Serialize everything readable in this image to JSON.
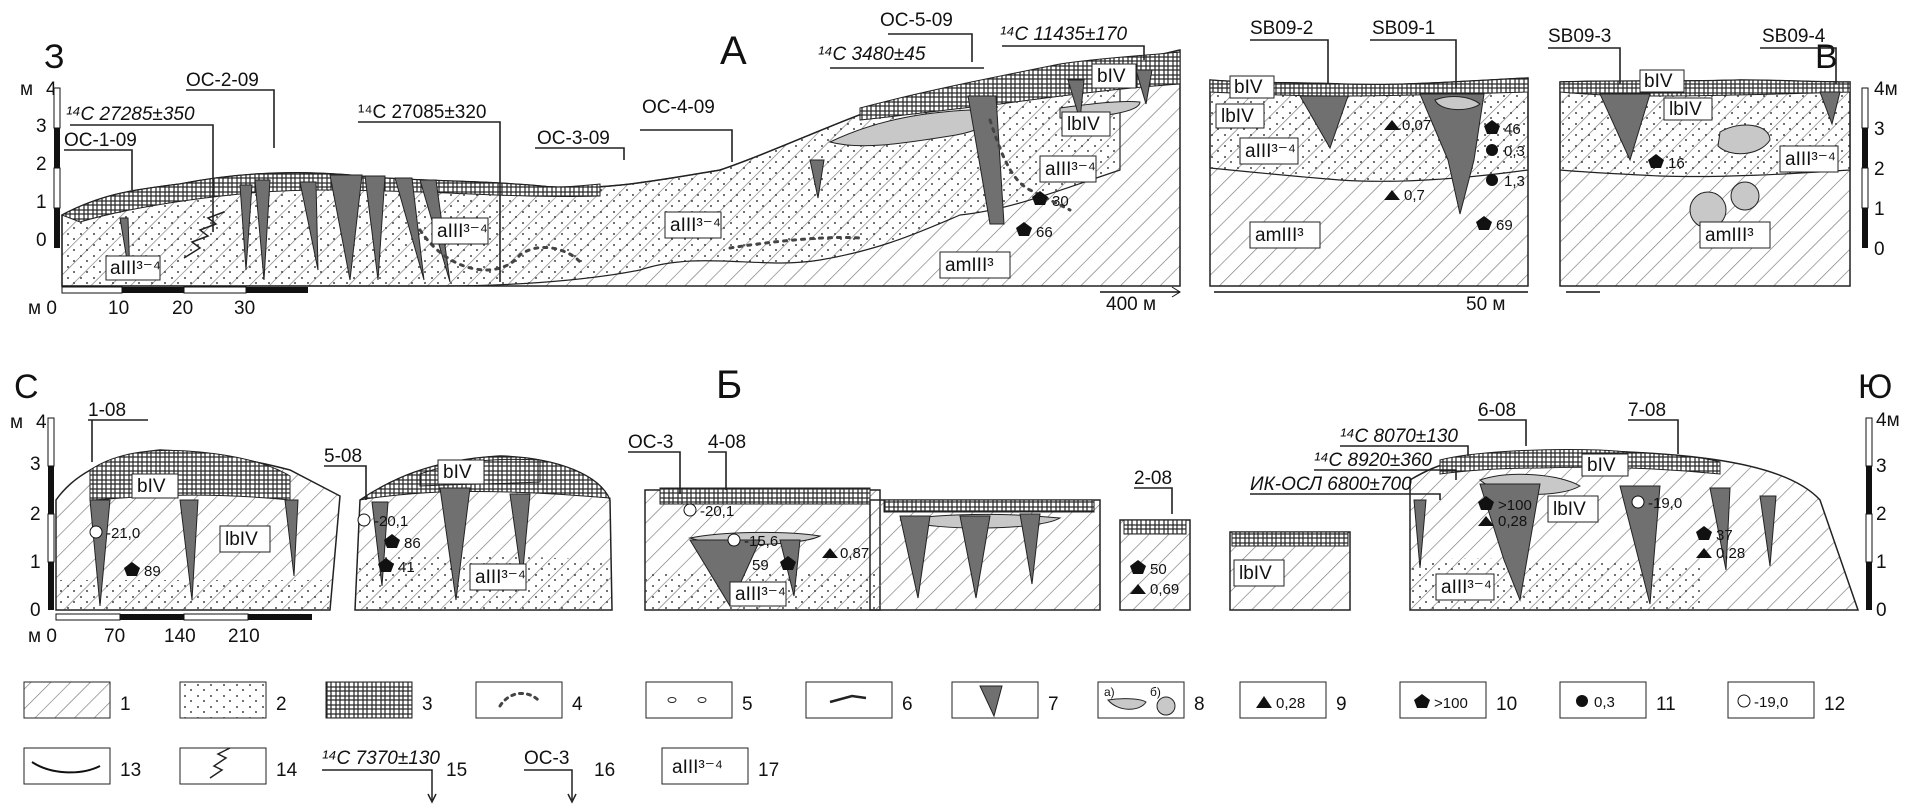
{
  "panel_a": {
    "letter": "А",
    "left_dir": "З",
    "right_dir": "В",
    "axis_unit": "м",
    "axis_ticks": [
      "0",
      "1",
      "2",
      "3",
      "4"
    ],
    "right_axis_top": "4м",
    "scale_labels": [
      "м 0",
      "10",
      "20",
      "30"
    ],
    "scale_400": "400 м",
    "scale_50": "50 м",
    "sites": [
      "ОС-1-09",
      "ОС-2-09",
      "ОС-3-09",
      "ОС-4-09",
      "ОС-5-09",
      "SB09-2",
      "SB09-1",
      "SB09-3",
      "SB09-4"
    ],
    "dates": {
      "d1": "¹⁴C 27285±350",
      "d2": "¹⁴C 27085±320",
      "d3": "¹⁴C 3480±45",
      "d4": "¹⁴C 11435±170"
    },
    "units": {
      "a": "aIII³⁻⁴",
      "am": "amIII³",
      "lb": "lbIV",
      "b": "bIV"
    },
    "values": [
      "30",
      "66",
      "0,07",
      "46",
      "0,3",
      "1,3",
      "0,7",
      "69",
      "16"
    ]
  },
  "panel_b": {
    "letter": "Б",
    "left_dir": "С",
    "right_dir": "Ю",
    "axis_unit": "м",
    "axis_ticks": [
      "0",
      "1",
      "2",
      "3",
      "4"
    ],
    "right_axis_top": "4м",
    "scale_labels": [
      "м 0",
      "70",
      "140",
      "210"
    ],
    "sites": [
      "1-08",
      "5-08",
      "ОС-3",
      "4-08",
      "2-08",
      "6-08",
      "7-08"
    ],
    "dates": {
      "d1": "¹⁴C 8070±130",
      "d2": "¹⁴C 8920±360",
      "d3": "ИК-ОСЛ 6800±700"
    },
    "units": {
      "a": "aIII³⁻⁴",
      "lb": "lbIV",
      "b": "bIV"
    },
    "values": [
      "-21,0",
      "89",
      "-20,1",
      "86",
      "41",
      "-20,1",
      "-15,6",
      "59",
      "0,87",
      "50",
      "0,69",
      ">100",
      "0,28",
      "-19,0",
      "37",
      "0,28"
    ]
  },
  "legend": [
    {
      "num": "1"
    },
    {
      "num": "2"
    },
    {
      "num": "3"
    },
    {
      "num": "4"
    },
    {
      "num": "5"
    },
    {
      "num": "6"
    },
    {
      "num": "7"
    },
    {
      "num": "8",
      "sub_a": "а)",
      "sub_b": "б)"
    },
    {
      "num": "9",
      "value": "0,28"
    },
    {
      "num": "10",
      "value": ">100"
    },
    {
      "num": "11",
      "value": "0,3"
    },
    {
      "num": "12",
      "value": "-19,0"
    },
    {
      "num": "13"
    },
    {
      "num": "14"
    },
    {
      "num": "15",
      "value": "¹⁴C 7370±130"
    },
    {
      "num": "16",
      "value": "ОС-3"
    },
    {
      "num": "17",
      "value": "aIII³⁻⁴"
    }
  ],
  "colors": {
    "wedge": "#707070",
    "lens": "#c8c8c8",
    "line": "#222222"
  }
}
